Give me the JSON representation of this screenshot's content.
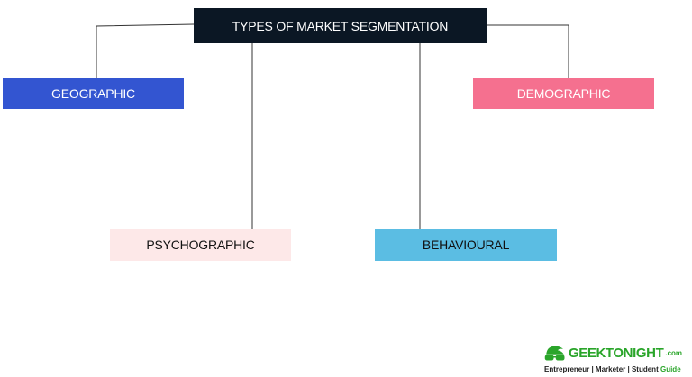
{
  "diagram": {
    "root": {
      "label": "TYPES OF MARKET SEGMENTATION",
      "color": "#0b1724",
      "text_color": "#ffffff"
    },
    "children": [
      {
        "label": "GEOGRAPHIC",
        "color": "#3355d1",
        "text_color": "#ffffff"
      },
      {
        "label": "DEMOGRAPHIC",
        "color": "#f5708f",
        "text_color": "#ffffff"
      },
      {
        "label": "PSYCHOGRAPHIC",
        "color": "#fde8e8",
        "text_color": "#111111"
      },
      {
        "label": "BEHAVIOURAL",
        "color": "#5bbde3",
        "text_color": "#111111"
      }
    ],
    "line_color": "#333333"
  },
  "logo": {
    "name": "GEEKTONIGHT",
    "suffix": ".com",
    "tagline_main": "Entrepreneur | Marketer | Student",
    "tagline_accent": "Guide",
    "color": "#2aa52a"
  }
}
